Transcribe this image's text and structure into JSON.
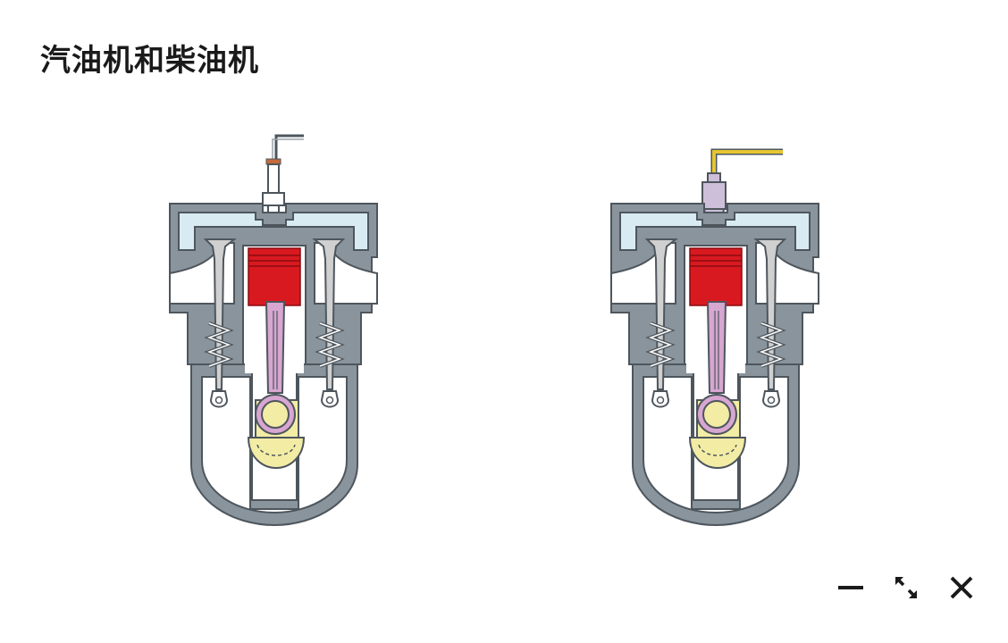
{
  "page": {
    "title": "汽油机和柴油机"
  },
  "colors": {
    "casing": "#8a949c",
    "casing_stroke": "#4e565d",
    "coolant": "#d8ebf2",
    "piston": "#d91920",
    "connecting_rod": "#d7a6d1",
    "crank": "#f2eca5",
    "fuel_pipe": "#e6c630",
    "injector": "#cdbfda"
  },
  "engines": [
    {
      "kind": "gasoline",
      "top_part": "spark-plug"
    },
    {
      "kind": "diesel",
      "top_part": "fuel-injector"
    }
  ],
  "controls": {
    "minimize_icon": "minimize-icon",
    "expand_icon": "expand-icon",
    "close_icon": "close-icon"
  }
}
